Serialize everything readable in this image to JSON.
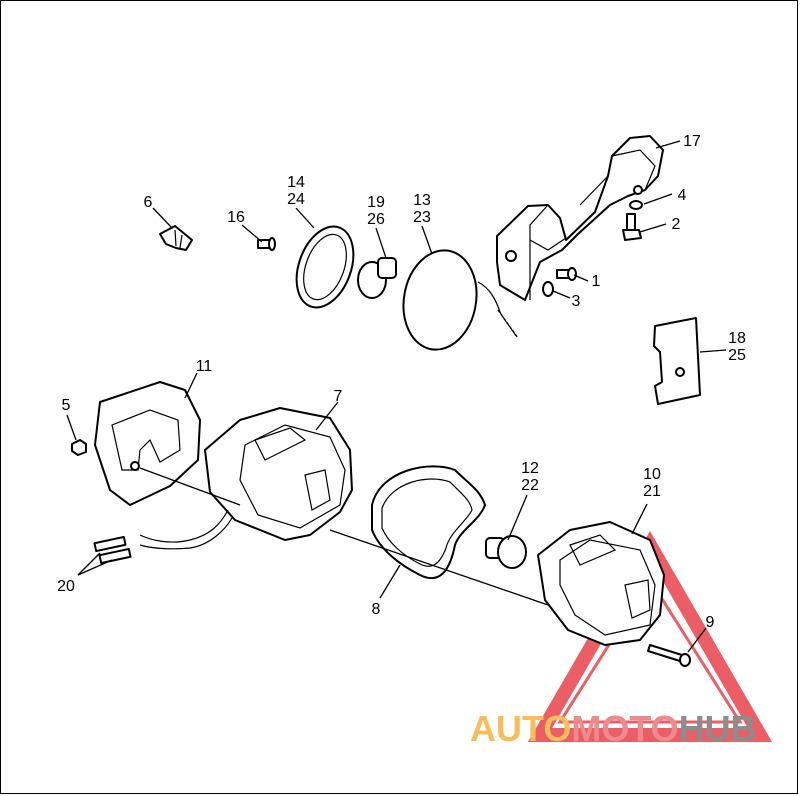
{
  "callouts": [
    {
      "id": "c17",
      "text": "17"
    },
    {
      "id": "c4",
      "text": "4"
    },
    {
      "id": "c2",
      "text": "2"
    },
    {
      "id": "c1",
      "text": "1"
    },
    {
      "id": "c3",
      "text": "3"
    },
    {
      "id": "c6",
      "text": "6"
    },
    {
      "id": "c16",
      "text": "16"
    },
    {
      "id": "c14",
      "text": "14"
    },
    {
      "id": "c24",
      "text": "24"
    },
    {
      "id": "c19",
      "text": "19"
    },
    {
      "id": "c26",
      "text": "26"
    },
    {
      "id": "c13",
      "text": "13"
    },
    {
      "id": "c23",
      "text": "23"
    },
    {
      "id": "c18",
      "text": "18"
    },
    {
      "id": "c25",
      "text": "25"
    },
    {
      "id": "c11",
      "text": "11"
    },
    {
      "id": "c5",
      "text": "5"
    },
    {
      "id": "c7",
      "text": "7"
    },
    {
      "id": "c12",
      "text": "12"
    },
    {
      "id": "c22",
      "text": "22"
    },
    {
      "id": "c10",
      "text": "10"
    },
    {
      "id": "c21",
      "text": "21"
    },
    {
      "id": "c20",
      "text": "20"
    },
    {
      "id": "c8",
      "text": "8"
    },
    {
      "id": "c9",
      "text": "9"
    }
  ],
  "watermark": {
    "part1": "AUTO",
    "part2": "MOTO",
    "part3": "HUB",
    "colors": {
      "auto": "#f6bd5a",
      "moto": "#ee8a8e",
      "hub": "#8c8c8c",
      "triangle": "#e8373f"
    }
  }
}
